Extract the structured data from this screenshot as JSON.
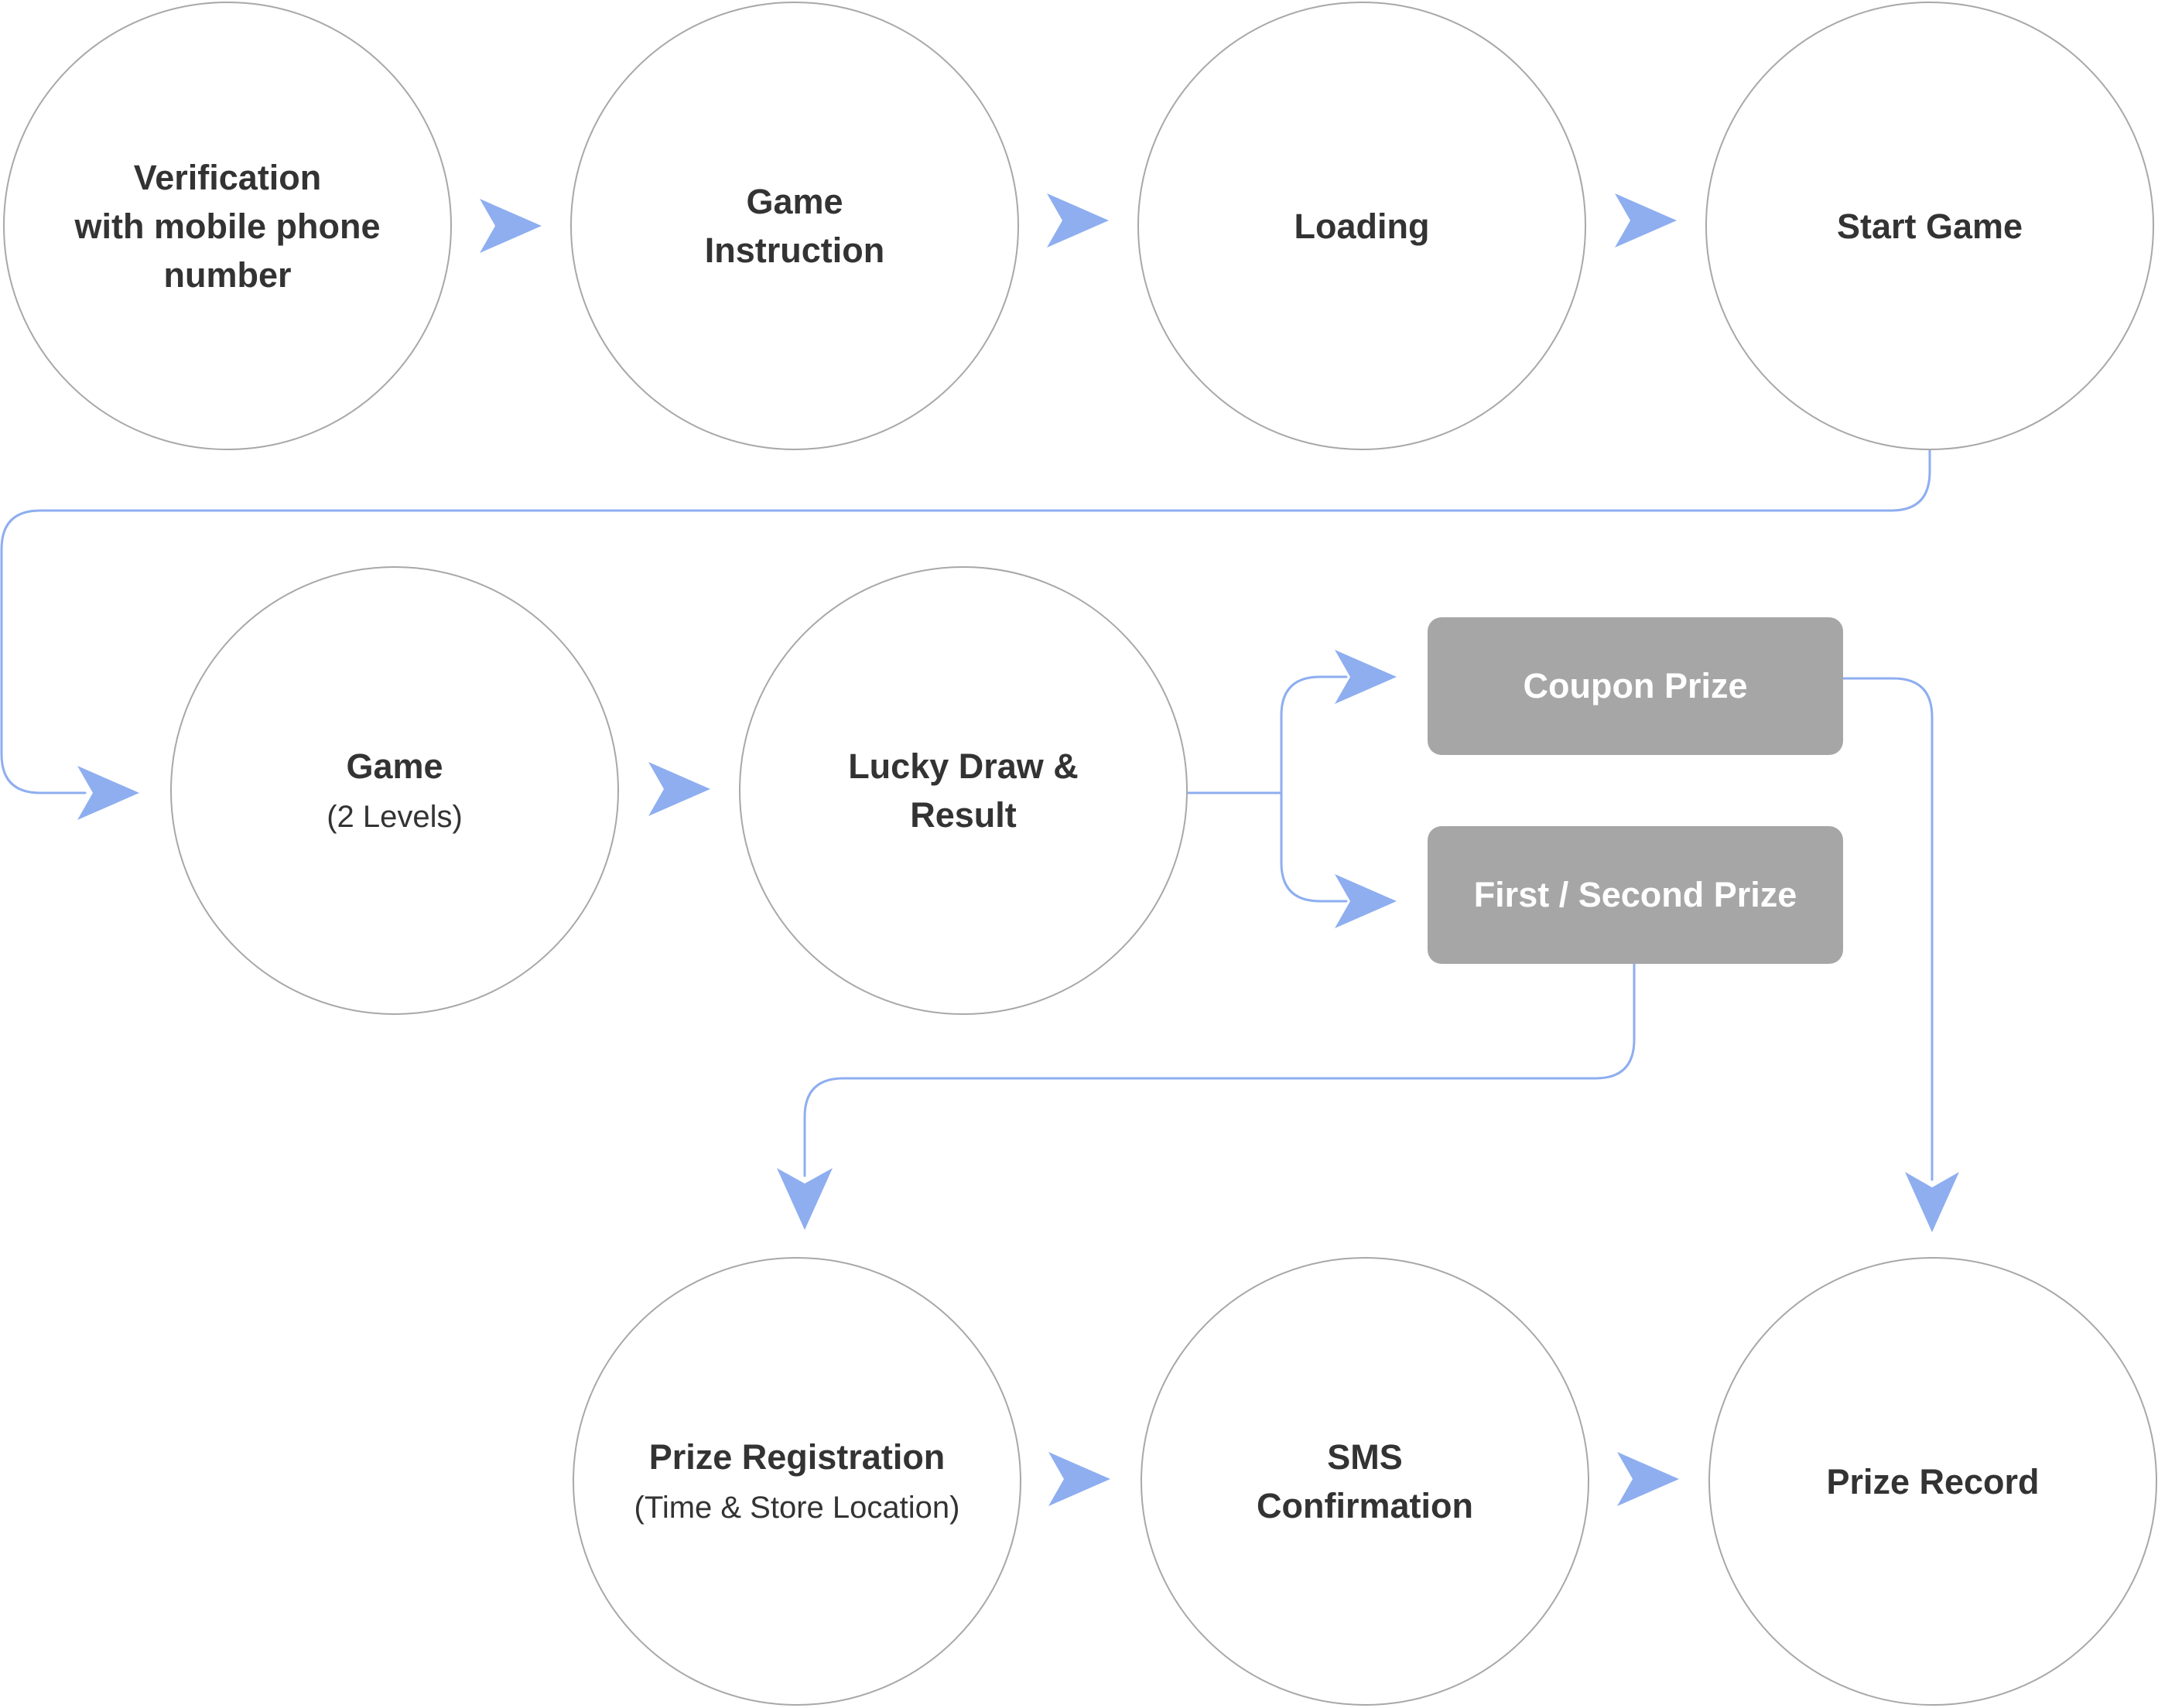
{
  "diagram": {
    "accent_color": "#8eaef0",
    "circle_border_color": "#a8a8a8",
    "box_fill_color": "#a6a6a6",
    "nodes": {
      "verification": {
        "label": "Verification\nwith mobile phone\nnumber"
      },
      "instruction": {
        "label": "Game\nInstruction"
      },
      "loading": {
        "label": "Loading"
      },
      "start": {
        "label": "Start Game"
      },
      "game": {
        "label": "Game",
        "sub": "(2 Levels)"
      },
      "lucky": {
        "label": "Lucky Draw &\nResult"
      },
      "coupon": {
        "label": "Coupon Prize"
      },
      "first_second": {
        "label": "First / Second Prize"
      },
      "registration": {
        "label": "Prize Registration",
        "sub": "(Time & Store Location)"
      },
      "sms": {
        "label": "SMS\nConfirmation"
      },
      "record": {
        "label": "Prize Record"
      }
    },
    "edges": [
      [
        "verification",
        "instruction"
      ],
      [
        "instruction",
        "loading"
      ],
      [
        "loading",
        "start"
      ],
      [
        "start",
        "game"
      ],
      [
        "game",
        "lucky"
      ],
      [
        "lucky",
        "coupon"
      ],
      [
        "lucky",
        "first_second"
      ],
      [
        "coupon",
        "record"
      ],
      [
        "first_second",
        "registration"
      ],
      [
        "registration",
        "sms"
      ],
      [
        "sms",
        "record"
      ]
    ]
  }
}
